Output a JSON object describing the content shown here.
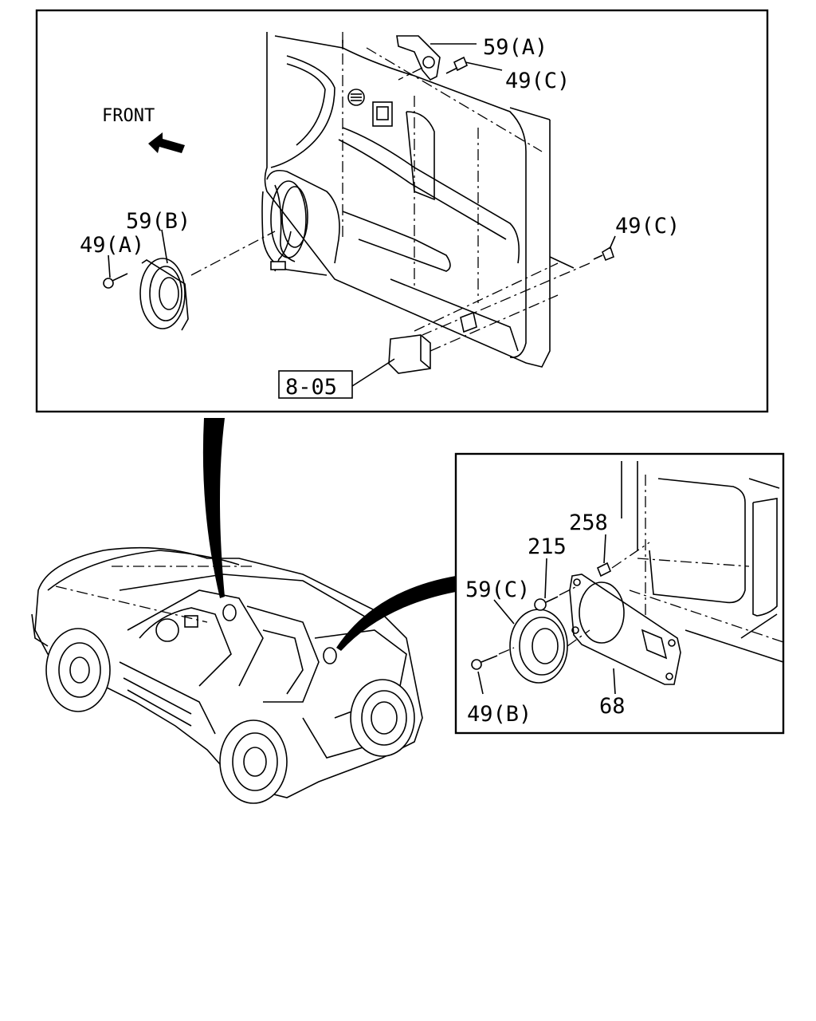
{
  "diagram": {
    "direction_label": "FRONT",
    "top_panel_labels": {
      "p59a": "59(A)",
      "p49c_top": "49(C)",
      "p59b": "59(B)",
      "p49a": "49(A)",
      "p49c_right": "49(C)",
      "ref": "8-05"
    },
    "rear_panel_labels": {
      "p258": "258",
      "p215": "215",
      "p59c": "59(C)",
      "p49b": "49(B)",
      "p68": "68"
    },
    "icons": [
      "front-arrow-icon",
      "speaker-icon",
      "screw-icon",
      "switch-icon",
      "bracket-icon",
      "vehicle-icon"
    ]
  }
}
